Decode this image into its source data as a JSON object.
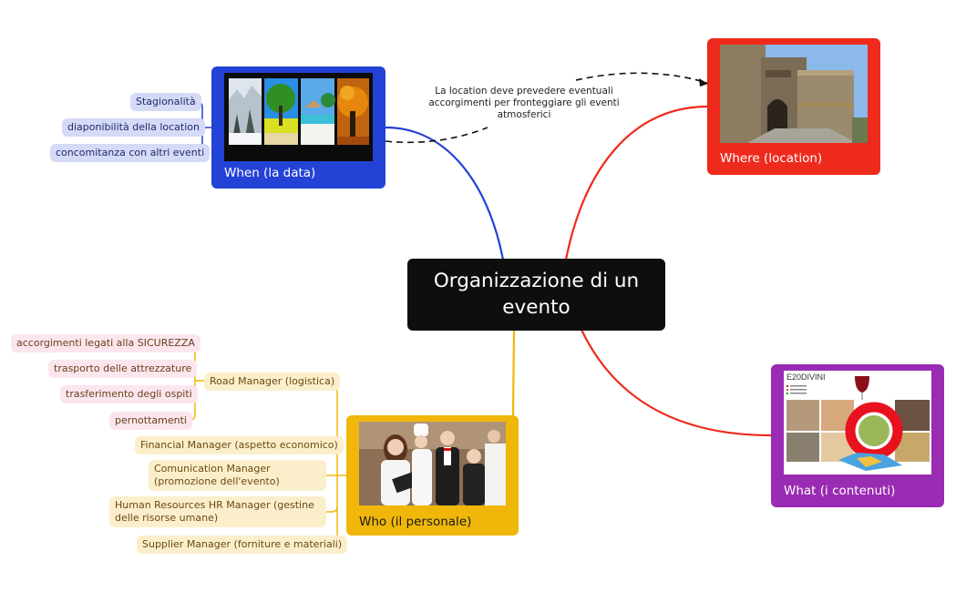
{
  "central": {
    "title": "Organizzazione di un evento"
  },
  "colors": {
    "when": "#2342d6",
    "where": "#ee2a1c",
    "what": "#9a2bb3",
    "who": "#f0b70a",
    "central": "#0e0e0e"
  },
  "branches": {
    "when": {
      "label": "When (la data)",
      "image": "four-seasons-photo",
      "children": [
        "Stagionalità",
        "diaponibilità della location",
        "concomitanza con altri eventi"
      ]
    },
    "where": {
      "label": "Where (location)",
      "image": "castle-gate-photo"
    },
    "what": {
      "label": "What (i contenuti)",
      "image": "e20divini-poster"
    },
    "who": {
      "label": "Who (il personale)",
      "image": "staff-team-photo",
      "children": [
        {
          "label": "Road Manager (logistica)",
          "children": [
            "accorgimenti legati alla SICUREZZA",
            "trasporto delle attrezzature",
            "trasferimento degli ospiti",
            "pernottamenti"
          ]
        },
        {
          "label": "Financial Manager (aspetto economico)"
        },
        {
          "label": "Comunication Manager (promozione dell'evento)"
        },
        {
          "label": "Human Resources HR Manager (gestine delle risorse umane)"
        },
        {
          "label": "Supplier Manager (forniture e materiali)"
        }
      ]
    }
  },
  "relationship_note": "La location deve prevedere eventuali accorgimenti per fronteggiare gli eventi atmosferici"
}
